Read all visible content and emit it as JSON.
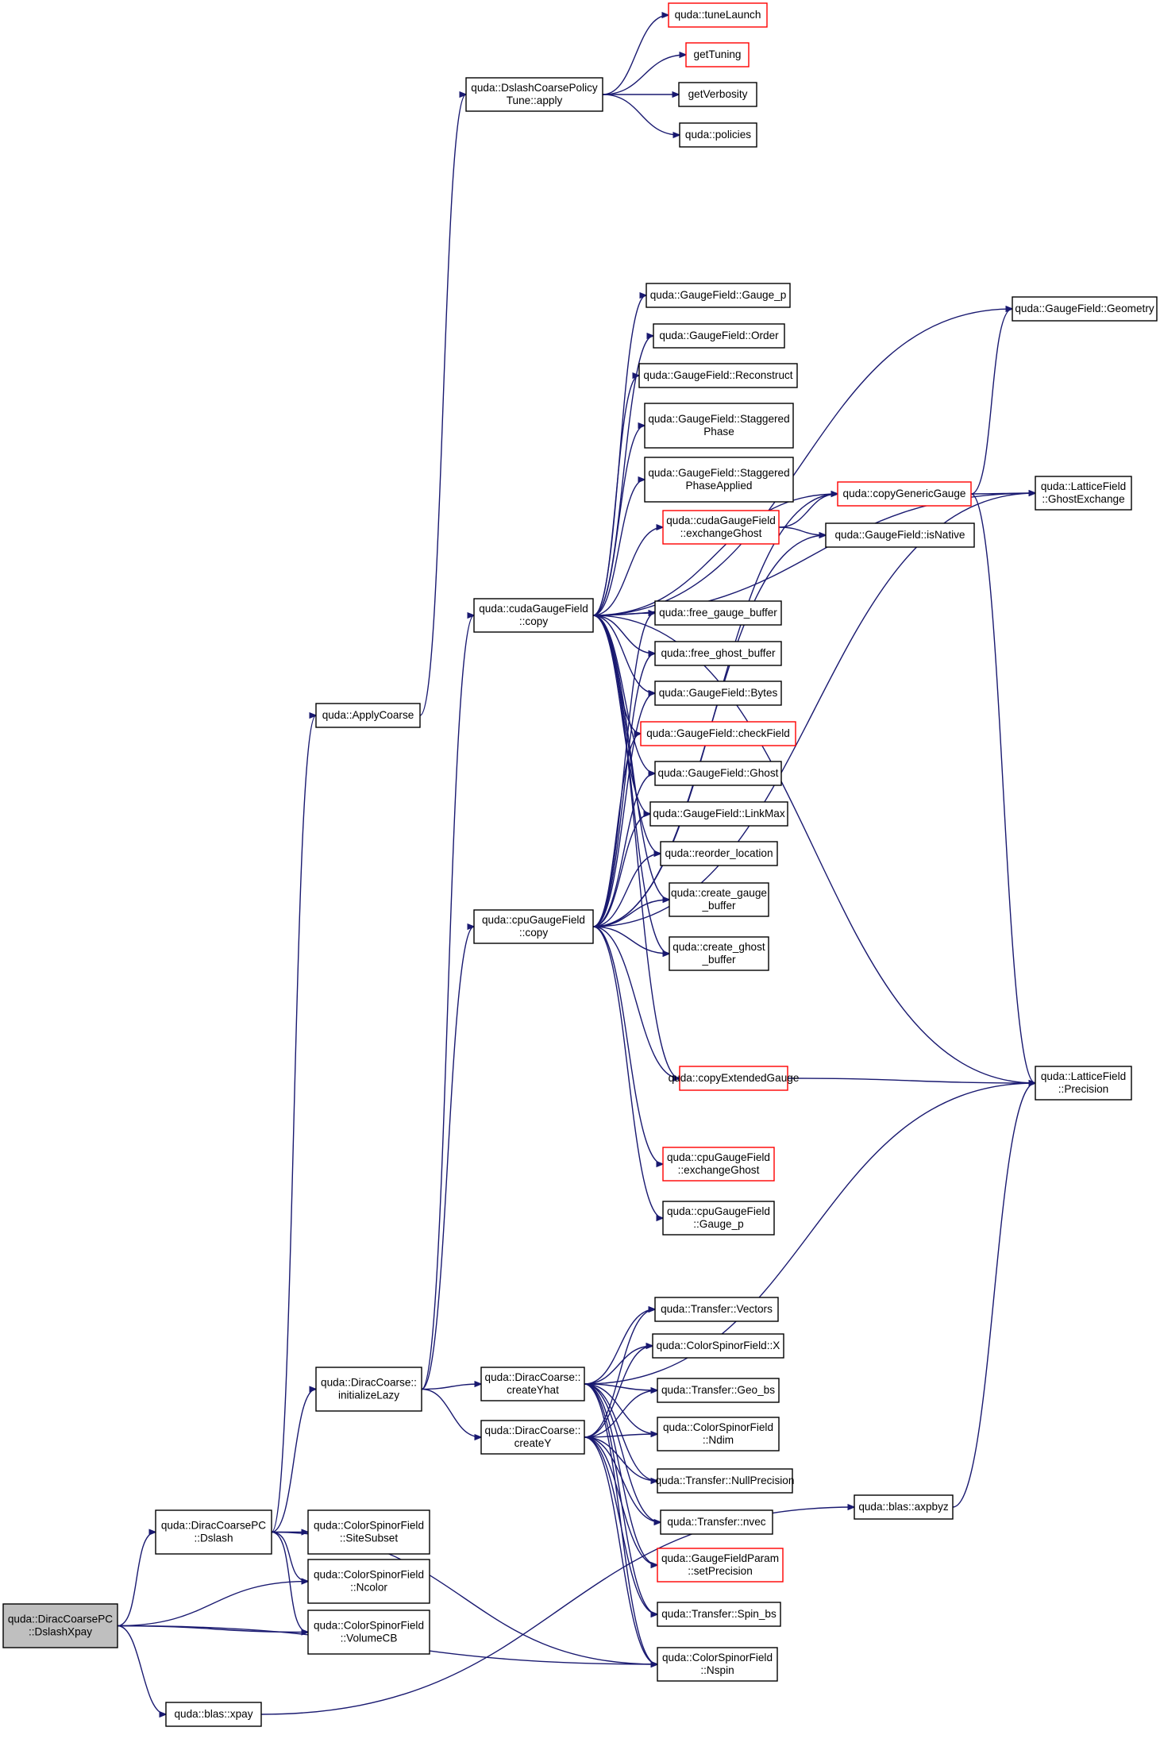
{
  "colors": {
    "edge": "#191970",
    "border": "#000000",
    "highlight_border": "#ff0000",
    "root_fill": "#bfbfbf"
  },
  "nodes": [
    {
      "id": "dslashxpay",
      "lines": [
        "quda::DiracCoarsePC",
        "::DslashXpay"
      ],
      "style": "root"
    },
    {
      "id": "dslash",
      "lines": [
        "quda::DiracCoarsePC",
        "::Dslash"
      ]
    },
    {
      "id": "xpay",
      "lines": [
        "quda::blas::xpay"
      ]
    },
    {
      "id": "applycoarse",
      "lines": [
        "quda::ApplyCoarse"
      ]
    },
    {
      "id": "initlazy",
      "lines": [
        "quda::DiracCoarse::",
        "initializeLazy"
      ]
    },
    {
      "id": "sitesubset",
      "lines": [
        "quda::ColorSpinorField",
        "::SiteSubset"
      ]
    },
    {
      "id": "ncolor",
      "lines": [
        "quda::ColorSpinorField",
        "::Ncolor"
      ]
    },
    {
      "id": "volumecb",
      "lines": [
        "quda::ColorSpinorField",
        "::VolumeCB"
      ]
    },
    {
      "id": "policytune",
      "lines": [
        "quda::DslashCoarsePolicy",
        "Tune::apply"
      ]
    },
    {
      "id": "tunelaunch",
      "lines": [
        "quda::tuneLaunch"
      ],
      "style": "red"
    },
    {
      "id": "gettuning",
      "lines": [
        "getTuning"
      ],
      "style": "red"
    },
    {
      "id": "getverbosity",
      "lines": [
        "getVerbosity"
      ]
    },
    {
      "id": "policies",
      "lines": [
        "quda::policies"
      ]
    },
    {
      "id": "cudacopy",
      "lines": [
        "quda::cudaGaugeField",
        "::copy"
      ]
    },
    {
      "id": "cpucopy",
      "lines": [
        "quda::cpuGaugeField",
        "::copy"
      ]
    },
    {
      "id": "createyhat",
      "lines": [
        "quda::DiracCoarse::",
        "createYhat"
      ]
    },
    {
      "id": "createy",
      "lines": [
        "quda::DiracCoarse::",
        "createY"
      ]
    },
    {
      "id": "gauge_p",
      "lines": [
        "quda::GaugeField::Gauge_p"
      ]
    },
    {
      "id": "order",
      "lines": [
        "quda::GaugeField::Order"
      ]
    },
    {
      "id": "reconstruct",
      "lines": [
        "quda::GaugeField::Reconstruct"
      ]
    },
    {
      "id": "stagphase",
      "lines": [
        "quda::GaugeField::Staggered",
        "Phase"
      ]
    },
    {
      "id": "stagphaseapplied",
      "lines": [
        "quda::GaugeField::Staggered",
        "PhaseApplied"
      ]
    },
    {
      "id": "cudaexchange",
      "lines": [
        "quda::cudaGaugeField",
        "::exchangeGhost"
      ],
      "style": "red"
    },
    {
      "id": "freegauge",
      "lines": [
        "quda::free_gauge_buffer"
      ]
    },
    {
      "id": "freeghost",
      "lines": [
        "quda::free_ghost_buffer"
      ]
    },
    {
      "id": "bytes",
      "lines": [
        "quda::GaugeField::Bytes"
      ]
    },
    {
      "id": "checkfield",
      "lines": [
        "quda::GaugeField::checkField"
      ],
      "style": "red"
    },
    {
      "id": "ghost",
      "lines": [
        "quda::GaugeField::Ghost"
      ]
    },
    {
      "id": "linkmax",
      "lines": [
        "quda::GaugeField::LinkMax"
      ]
    },
    {
      "id": "reorder",
      "lines": [
        "quda::reorder_location"
      ]
    },
    {
      "id": "creategauge",
      "lines": [
        "quda::create_gauge",
        "_buffer"
      ]
    },
    {
      "id": "createghost",
      "lines": [
        "quda::create_ghost",
        "_buffer"
      ]
    },
    {
      "id": "copyextended",
      "lines": [
        "quda::copyExtendedGauge"
      ],
      "style": "red"
    },
    {
      "id": "cpuexchange",
      "lines": [
        "quda::cpuGaugeField",
        "::exchangeGhost"
      ],
      "style": "red"
    },
    {
      "id": "cpugauge_p",
      "lines": [
        "quda::cpuGaugeField",
        "::Gauge_p"
      ]
    },
    {
      "id": "copygeneric",
      "lines": [
        "quda::copyGenericGauge"
      ],
      "style": "red"
    },
    {
      "id": "isnative",
      "lines": [
        "quda::GaugeField::isNative"
      ]
    },
    {
      "id": "geometry",
      "lines": [
        "quda::GaugeField::Geometry"
      ]
    },
    {
      "id": "ghostexchange",
      "lines": [
        "quda::LatticeField",
        "::GhostExchange"
      ]
    },
    {
      "id": "precision",
      "lines": [
        "quda::LatticeField",
        "::Precision"
      ]
    },
    {
      "id": "vectors",
      "lines": [
        "quda::Transfer::Vectors"
      ]
    },
    {
      "id": "csfx",
      "lines": [
        "quda::ColorSpinorField::X"
      ]
    },
    {
      "id": "geobs",
      "lines": [
        "quda::Transfer::Geo_bs"
      ]
    },
    {
      "id": "ndim",
      "lines": [
        "quda::ColorSpinorField",
        "::Ndim"
      ]
    },
    {
      "id": "nullprec",
      "lines": [
        "quda::Transfer::NullPrecision"
      ]
    },
    {
      "id": "nvec",
      "lines": [
        "quda::Transfer::nvec"
      ]
    },
    {
      "id": "setprecision",
      "lines": [
        "quda::GaugeFieldParam",
        "::setPrecision"
      ],
      "style": "red"
    },
    {
      "id": "spinbs",
      "lines": [
        "quda::Transfer::Spin_bs"
      ]
    },
    {
      "id": "nspin",
      "lines": [
        "quda::ColorSpinorField",
        "::Nspin"
      ]
    },
    {
      "id": "axpbyz",
      "lines": [
        "quda::blas::axpbyz"
      ]
    }
  ],
  "edges": [
    [
      "dslashxpay",
      "dslash"
    ],
    [
      "dslashxpay",
      "xpay"
    ],
    [
      "dslashxpay",
      "ncolor"
    ],
    [
      "dslashxpay",
      "volumecb"
    ],
    [
      "dslashxpay",
      "nspin"
    ],
    [
      "dslash",
      "applycoarse"
    ],
    [
      "dslash",
      "initlazy"
    ],
    [
      "dslash",
      "sitesubset"
    ],
    [
      "dslash",
      "ncolor"
    ],
    [
      "dslash",
      "volumecb"
    ],
    [
      "dslash",
      "nspin"
    ],
    [
      "xpay",
      "axpbyz"
    ],
    [
      "axpbyz",
      "precision"
    ],
    [
      "applycoarse",
      "policytune"
    ],
    [
      "policytune",
      "tunelaunch"
    ],
    [
      "policytune",
      "gettuning"
    ],
    [
      "policytune",
      "getverbosity"
    ],
    [
      "policytune",
      "policies"
    ],
    [
      "initlazy",
      "cudacopy"
    ],
    [
      "initlazy",
      "cpucopy"
    ],
    [
      "initlazy",
      "createyhat"
    ],
    [
      "initlazy",
      "createy"
    ],
    [
      "cudacopy",
      "geometry"
    ],
    [
      "cudacopy",
      "ghostexchange"
    ],
    [
      "cudacopy",
      "copygeneric"
    ],
    [
      "cudacopy",
      "gauge_p"
    ],
    [
      "cudacopy",
      "order"
    ],
    [
      "cudacopy",
      "reconstruct"
    ],
    [
      "cudacopy",
      "stagphase"
    ],
    [
      "cudacopy",
      "stagphaseapplied"
    ],
    [
      "cudacopy",
      "cudaexchange"
    ],
    [
      "cudacopy",
      "precision"
    ],
    [
      "cudacopy",
      "freegauge"
    ],
    [
      "cudacopy",
      "freeghost"
    ],
    [
      "cudacopy",
      "bytes"
    ],
    [
      "cudacopy",
      "checkfield"
    ],
    [
      "cudacopy",
      "ghost"
    ],
    [
      "cudacopy",
      "linkmax"
    ],
    [
      "cudacopy",
      "reorder"
    ],
    [
      "cudacopy",
      "creategauge"
    ],
    [
      "cudacopy",
      "createghost"
    ],
    [
      "cudacopy",
      "copyextended"
    ],
    [
      "cpucopy",
      "freegauge"
    ],
    [
      "cpucopy",
      "freeghost"
    ],
    [
      "cpucopy",
      "bytes"
    ],
    [
      "cpucopy",
      "checkfield"
    ],
    [
      "cpucopy",
      "ghost"
    ],
    [
      "cpucopy",
      "linkmax"
    ],
    [
      "cpucopy",
      "reorder"
    ],
    [
      "cpucopy",
      "creategauge"
    ],
    [
      "cpucopy",
      "createghost"
    ],
    [
      "cpucopy",
      "copygeneric"
    ],
    [
      "cpucopy",
      "isnative"
    ],
    [
      "cpucopy",
      "copyextended"
    ],
    [
      "cpucopy",
      "ghostexchange"
    ],
    [
      "cpucopy",
      "cpuexchange"
    ],
    [
      "cpucopy",
      "cpugauge_p"
    ],
    [
      "cudaexchange",
      "copygeneric"
    ],
    [
      "cudaexchange",
      "isnative"
    ],
    [
      "copygeneric",
      "geometry"
    ],
    [
      "copygeneric",
      "ghostexchange"
    ],
    [
      "copygeneric",
      "precision"
    ],
    [
      "copyextended",
      "precision"
    ],
    [
      "createyhat",
      "precision"
    ],
    [
      "createyhat",
      "vectors"
    ],
    [
      "createyhat",
      "csfx"
    ],
    [
      "createyhat",
      "geobs"
    ],
    [
      "createyhat",
      "ndim"
    ],
    [
      "createyhat",
      "nullprec"
    ],
    [
      "createyhat",
      "nvec"
    ],
    [
      "createyhat",
      "setprecision"
    ],
    [
      "createyhat",
      "spinbs"
    ],
    [
      "createyhat",
      "nspin"
    ],
    [
      "createy",
      "vectors"
    ],
    [
      "createy",
      "csfx"
    ],
    [
      "createy",
      "geobs"
    ],
    [
      "createy",
      "ndim"
    ],
    [
      "createy",
      "nullprec"
    ],
    [
      "createy",
      "nvec"
    ],
    [
      "createy",
      "setprecision"
    ],
    [
      "createy",
      "spinbs"
    ],
    [
      "createy",
      "nspin"
    ]
  ]
}
